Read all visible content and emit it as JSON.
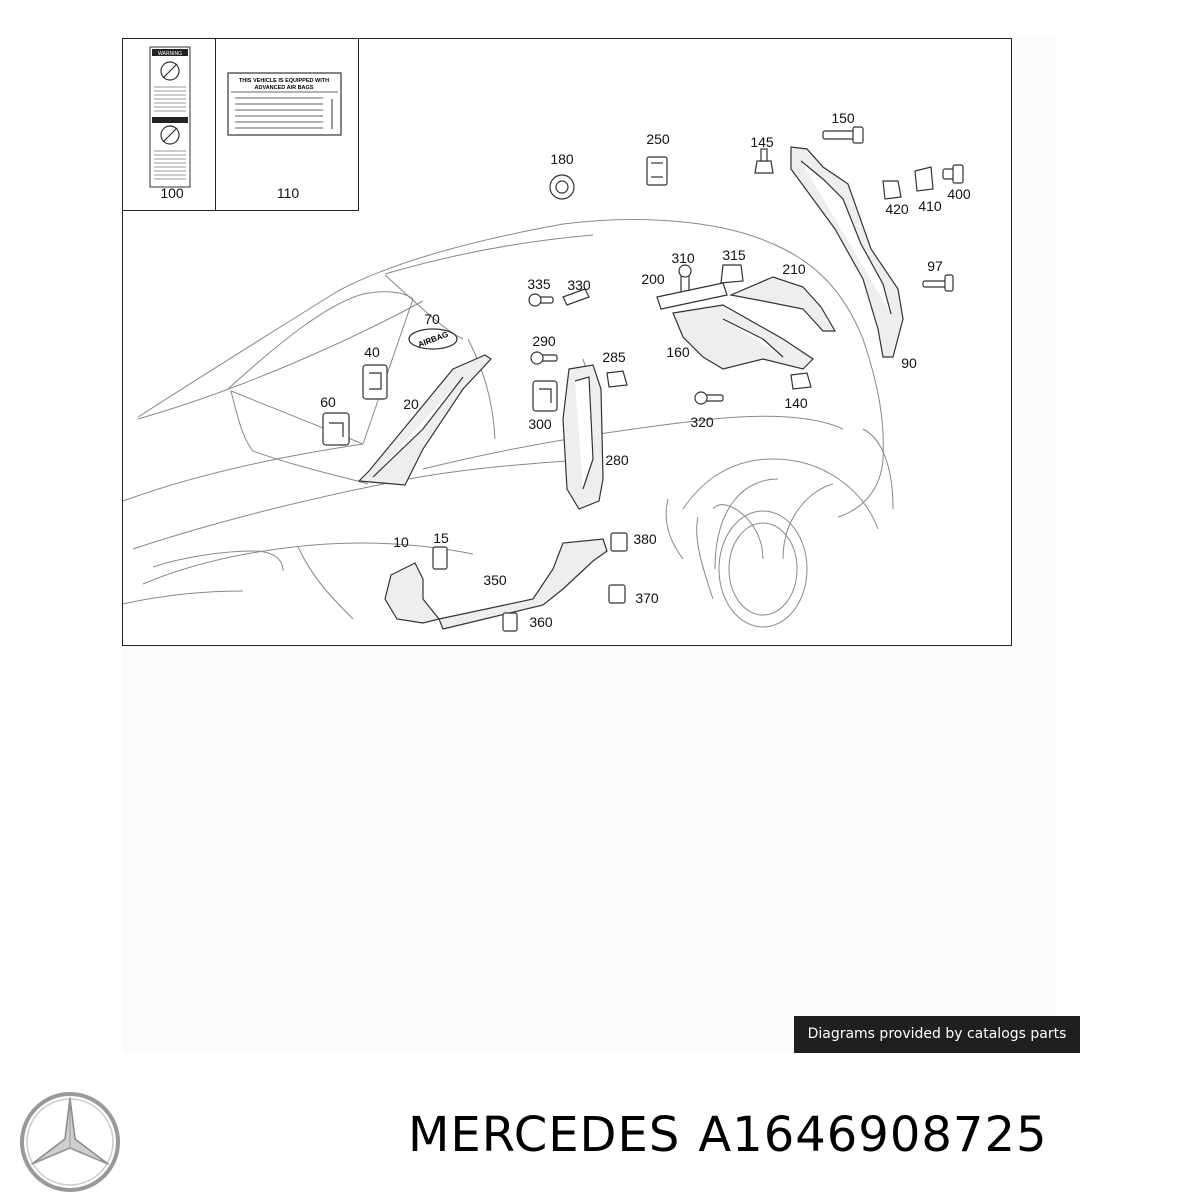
{
  "labels_text": {
    "warning_header": "WARNING",
    "notice_line1": "THIS VEHICLE IS EQUIPPED WITH",
    "notice_line2": "ADVANCED AIR BAGS",
    "airbag_emblem": "AIRBAG"
  },
  "parts": [
    {
      "id": "100"
    },
    {
      "id": "110"
    },
    {
      "id": "180"
    },
    {
      "id": "250"
    },
    {
      "id": "145"
    },
    {
      "id": "150"
    },
    {
      "id": "420"
    },
    {
      "id": "410"
    },
    {
      "id": "400"
    },
    {
      "id": "335"
    },
    {
      "id": "330"
    },
    {
      "id": "310"
    },
    {
      "id": "315"
    },
    {
      "id": "210"
    },
    {
      "id": "200"
    },
    {
      "id": "97"
    },
    {
      "id": "70"
    },
    {
      "id": "40"
    },
    {
      "id": "290"
    },
    {
      "id": "285"
    },
    {
      "id": "160"
    },
    {
      "id": "90"
    },
    {
      "id": "60"
    },
    {
      "id": "20"
    },
    {
      "id": "140"
    },
    {
      "id": "320"
    },
    {
      "id": "300"
    },
    {
      "id": "280"
    },
    {
      "id": "10"
    },
    {
      "id": "15"
    },
    {
      "id": "380"
    },
    {
      "id": "350"
    },
    {
      "id": "370"
    },
    {
      "id": "360"
    }
  ],
  "credit": "Diagrams provided by catalogs parts",
  "footer": {
    "brand": "MERCEDES",
    "part_number": "A1646908725"
  }
}
